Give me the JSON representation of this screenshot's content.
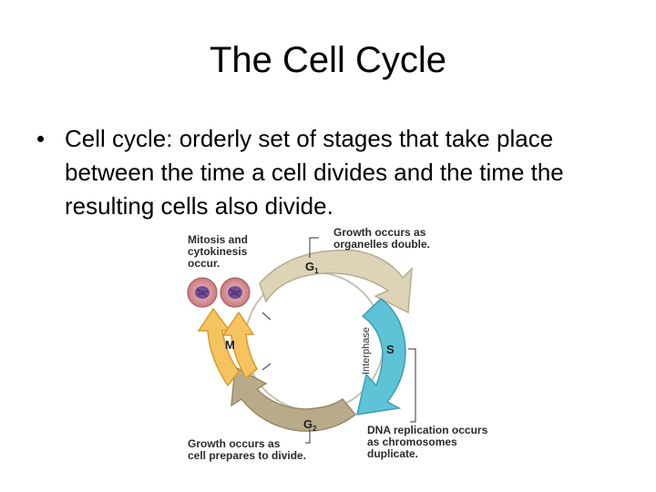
{
  "slide": {
    "title": "The Cell Cycle",
    "bullet_marker": "•",
    "bullet_text": "Cell cycle: orderly set of stages that take place between the time a cell divides and the time the resulting cells also divide."
  },
  "diagram": {
    "label_mitosis": [
      "Mitosis and",
      "cytokinesis",
      "occur."
    ],
    "label_g1_growth": [
      "Growth occurs as",
      "organelles double."
    ],
    "label_dna": [
      "DNA replication occurs",
      "as chromosomes",
      "duplicate."
    ],
    "label_g2_growth": [
      "Growth occurs as",
      "cell prepares to divide."
    ],
    "phase_g1": "G",
    "phase_g1_sub": "1",
    "phase_s": "S",
    "phase_g2": "G",
    "phase_g2_sub": "2",
    "phase_m": "M",
    "interphase": "Interphase",
    "colors": {
      "g1_arrow": "#ddd3b6",
      "s_arrow": "#5ec3d6",
      "g2_arrow": "#b9ab8a",
      "m_arrow": "#f6c361",
      "cell_fill": "#d88c90",
      "nucleus": "#6f4f98"
    }
  }
}
